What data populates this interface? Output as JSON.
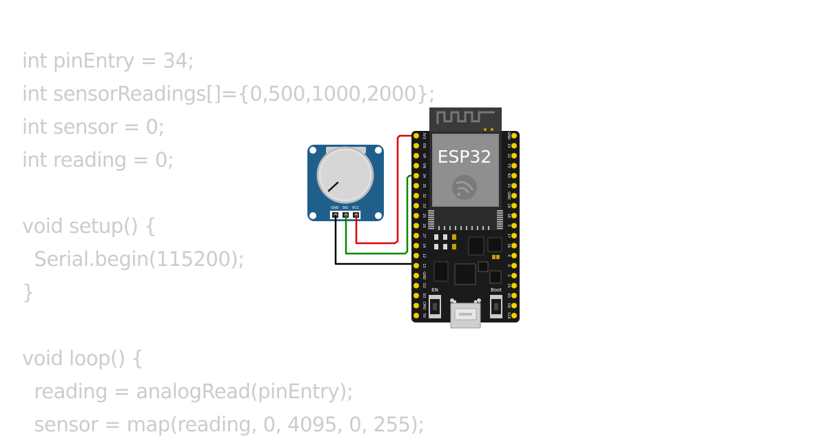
{
  "code": {
    "lines": [
      "int pinEntry = 34;",
      "int sensorReadings[]={0,500,1000,2000};",
      "int sensor = 0;",
      "int reading = 0;",
      "",
      "void setup() {",
      "  Serial.begin(115200);",
      "}",
      "",
      "void loop() {",
      "  reading = analogRead(pinEntry);",
      "  sensor = map(reading, 0, 4095, 0, 255);"
    ]
  },
  "esp32": {
    "label": "ESP32",
    "en_label": "EN",
    "boot_label": "Boot",
    "left_pins": [
      "3V3",
      "EN",
      "VP",
      "VN",
      "34",
      "35",
      "32",
      "33",
      "25",
      "26",
      "27",
      "14",
      "12",
      "13",
      "GND",
      "D2",
      "D3",
      "CMD",
      "5V"
    ],
    "right_pins": [
      "GND",
      "23",
      "22",
      "TX",
      "RX",
      "21",
      "GND",
      "19",
      "18",
      "5",
      "17",
      "16",
      "4",
      "0",
      "2",
      "15",
      "D1",
      "D0",
      "CLK"
    ]
  },
  "potentiometer": {
    "pin_labels": [
      "GND",
      "SIG",
      "VCC"
    ]
  },
  "wires": {
    "vcc_color": "#e00000",
    "sig_color": "#008800",
    "gnd_color": "#000000"
  },
  "colors": {
    "pot_board": "#1f5f8b",
    "esp_board": "#1a1a1a",
    "pin_gold": "#f0d000",
    "code_text": "#cccccc"
  }
}
